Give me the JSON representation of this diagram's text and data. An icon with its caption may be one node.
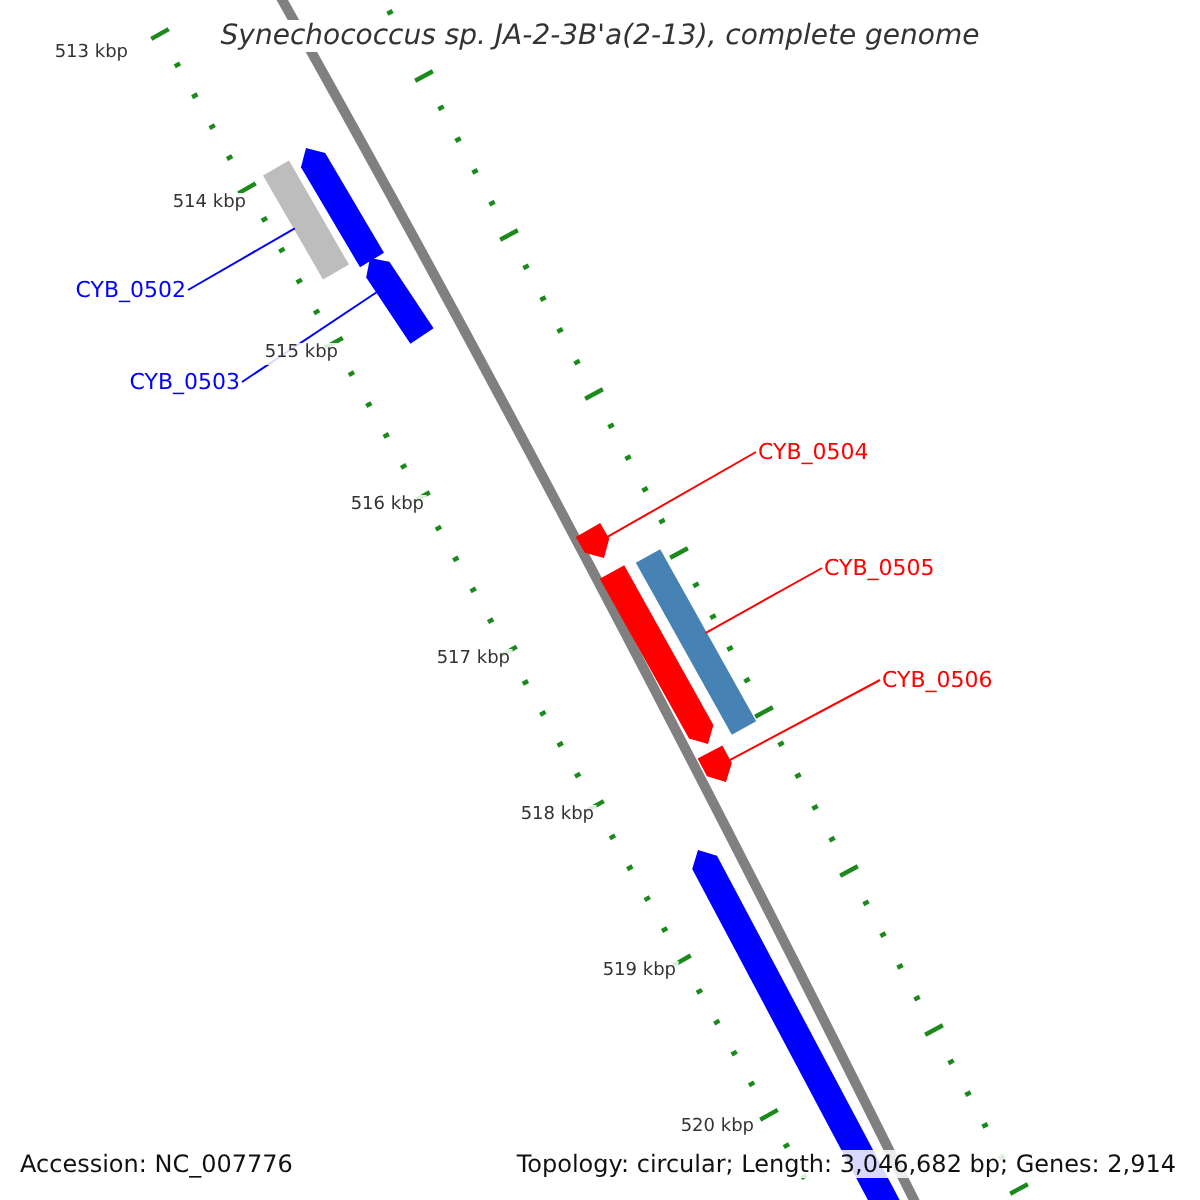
{
  "diagram": {
    "title": "Synechococcus sp. JA-2-3B'a(2-13), complete genome",
    "nodes": [
      {
        "text": [
          "CYB_0502"
        ]
      },
      {
        "text": [
          "CYB_0503"
        ]
      },
      {
        "text": [
          "CYB_0504"
        ]
      },
      {
        "text": [
          "CYB_0505"
        ]
      },
      {
        "text": [
          "CYB_0506"
        ]
      },
      {
        "text": [],
        "shape": "bar"
      },
      {
        "text": [],
        "shape": "bar"
      },
      {
        "text": [],
        "shape": "bar"
      },
      {
        "text": [],
        "shape": "bar"
      },
      {
        "text": [],
        "shape": "bar"
      },
      {
        "text": [],
        "shape": "bar"
      },
      {
        "text": [],
        "shape": "bar"
      },
      {
        "text": [],
        "shape": "bar"
      }
    ],
    "edges": [
      {
        "from": 0,
        "to": 5,
        "arrow": "none",
        "color": "#0000ff"
      },
      {
        "from": 1,
        "to": 6,
        "arrow": "none",
        "color": "#0000ff"
      },
      {
        "from": 2,
        "to": 7,
        "arrow": "none"
      },
      {
        "from": 3,
        "to": 8,
        "arrow": "none"
      },
      {
        "from": 4,
        "to": 9,
        "arrow": "none"
      }
    ],
    "labels": [
      "513 kbp",
      "514 kbp",
      "515 kbp",
      "516 kbp",
      "517 kbp",
      "518 kbp",
      "519 kbp",
      "520 kbp",
      "Accession: NC_007776",
      "Topology: circular; Length: 3,046,682 bp; Genes: 2,914"
    ]
  }
}
